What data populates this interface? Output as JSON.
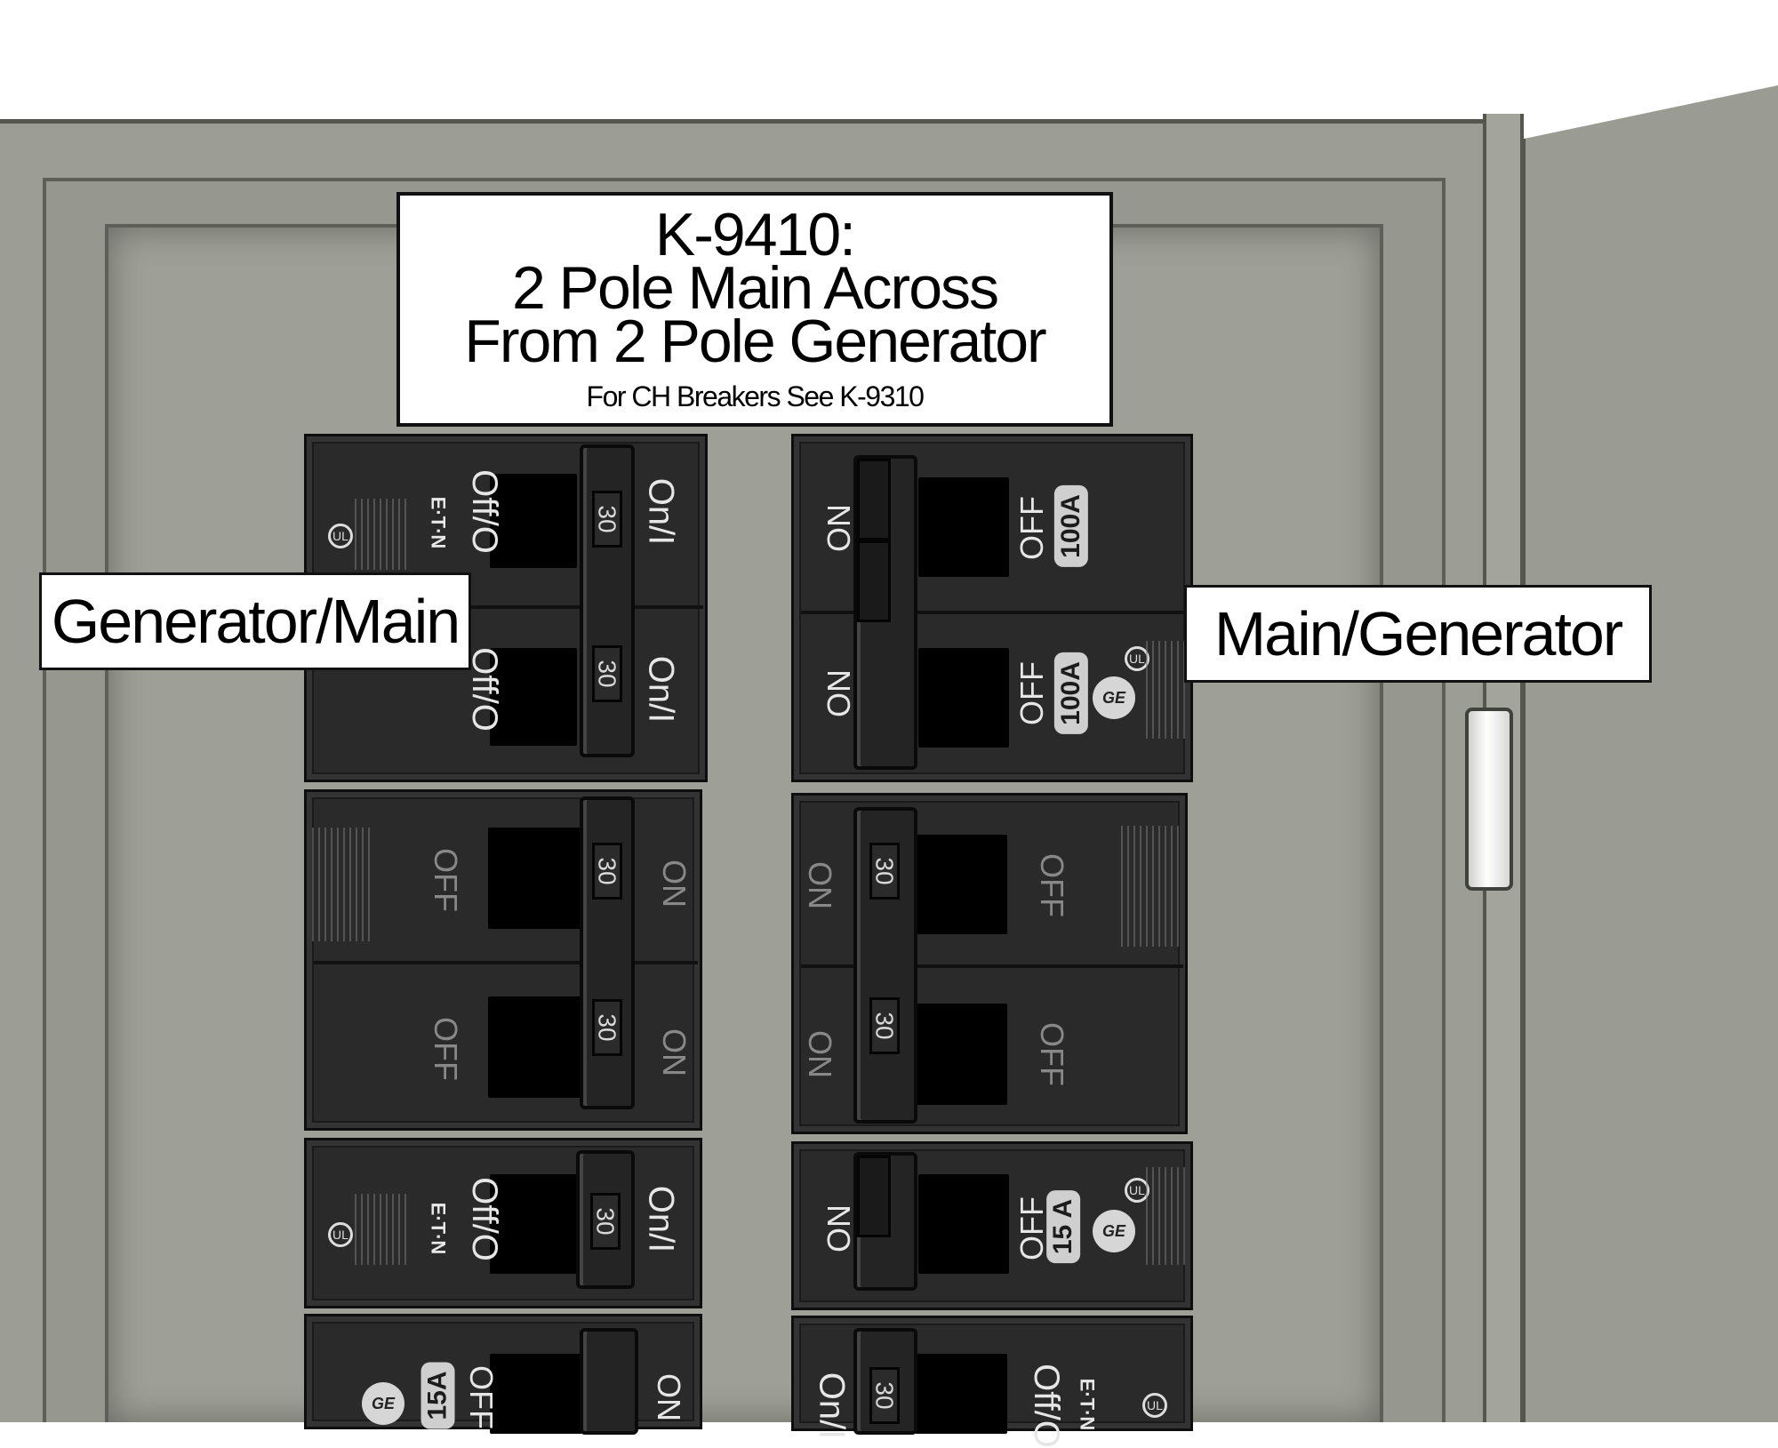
{
  "title_box": {
    "line1": "K-9410:",
    "line2": "2 Pole Main Across",
    "line3": "From 2 Pole Generator",
    "note": "For CH Breakers See K-9310"
  },
  "labels": {
    "left": "Generator/Main",
    "right": "Main/Generator"
  },
  "breakers": {
    "left": {
      "main_top_amp": "30",
      "main_bottom_amp": "30",
      "off_label": "Off/O",
      "on_label": "On/I",
      "brand": "E·T·N",
      "row2_top_amp": "30",
      "row2_bottom_amp": "30",
      "row2_on": "ON",
      "row2_off": "OFF",
      "row3_amp": "30",
      "row4_off": "OFF",
      "row4_rating": "15A",
      "row4_on": "ON"
    },
    "right": {
      "main_on_top": "ON",
      "main_on_bottom": "ON",
      "main_off_top": "OFF",
      "main_off_bottom": "OFF",
      "main_rating_top": "100A",
      "main_rating_bottom": "100A",
      "brand_ge": "GE",
      "row2_top_amp": "30",
      "row2_bottom_amp": "30",
      "row2_on": "ON",
      "row2_off": "OFF",
      "row3_on": "ON",
      "row3_off": "OFF",
      "row3_rating": "15 A",
      "row4_on": "On/I",
      "row4_amp": "30",
      "row4_off": "Off/O",
      "row4_brand": "E·T·N"
    }
  },
  "colors": {
    "panel": "#9c9e96",
    "breaker": "#2a2a2a",
    "label_bg": "#ffffff"
  }
}
